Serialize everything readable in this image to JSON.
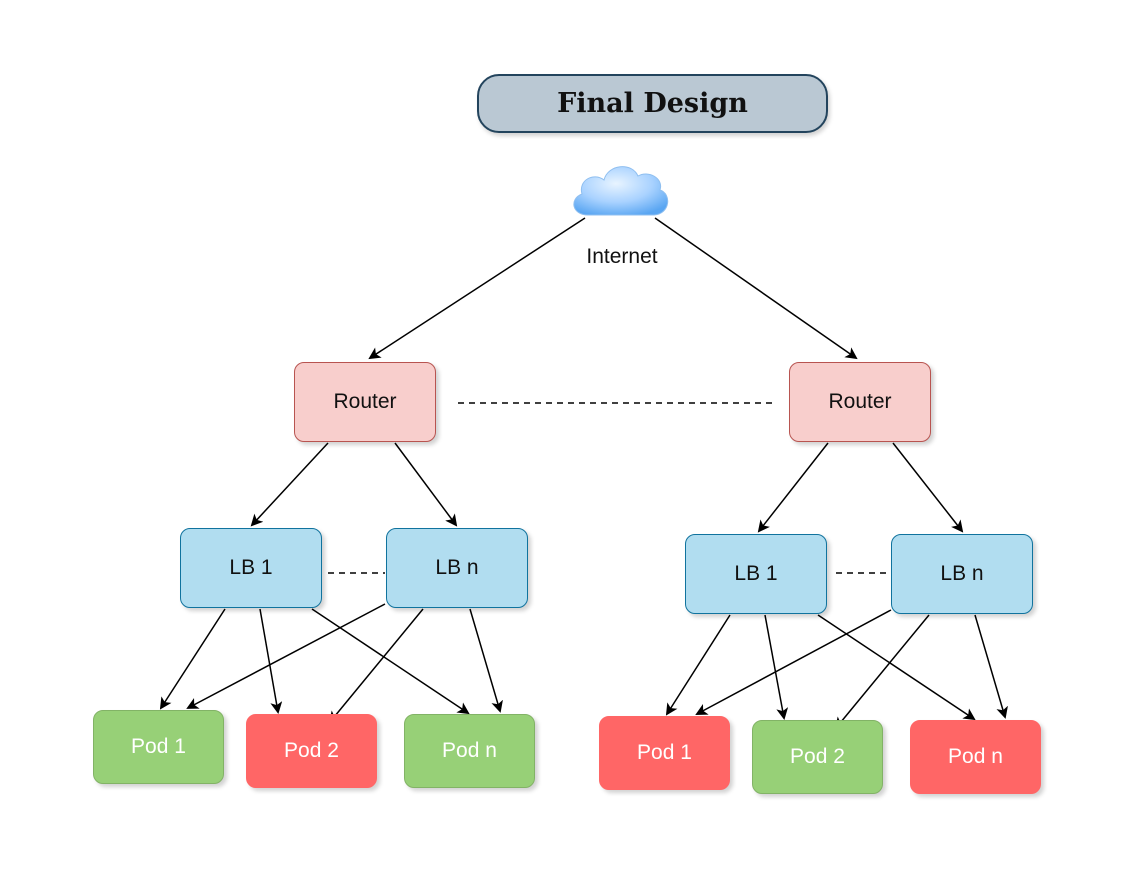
{
  "title": "Final Design",
  "internet": {
    "label": "Internet"
  },
  "left": {
    "router": "Router",
    "lbs": [
      "LB 1",
      "LB n"
    ],
    "pods": [
      {
        "label": "Pod 1",
        "status": "green"
      },
      {
        "label": "Pod 2",
        "status": "red"
      },
      {
        "label": "Pod n",
        "status": "green"
      }
    ]
  },
  "right": {
    "router": "Router",
    "lbs": [
      "LB 1",
      "LB n"
    ],
    "pods": [
      {
        "label": "Pod 1",
        "status": "red"
      },
      {
        "label": "Pod 2",
        "status": "green"
      },
      {
        "label": "Pod n",
        "status": "red"
      }
    ]
  },
  "colors": {
    "title_fill": "#bac8d3",
    "router_fill": "#f8cecc",
    "lb_fill": "#b1ddf0",
    "pod_green": "#97d077",
    "pod_red": "#ff6666"
  }
}
